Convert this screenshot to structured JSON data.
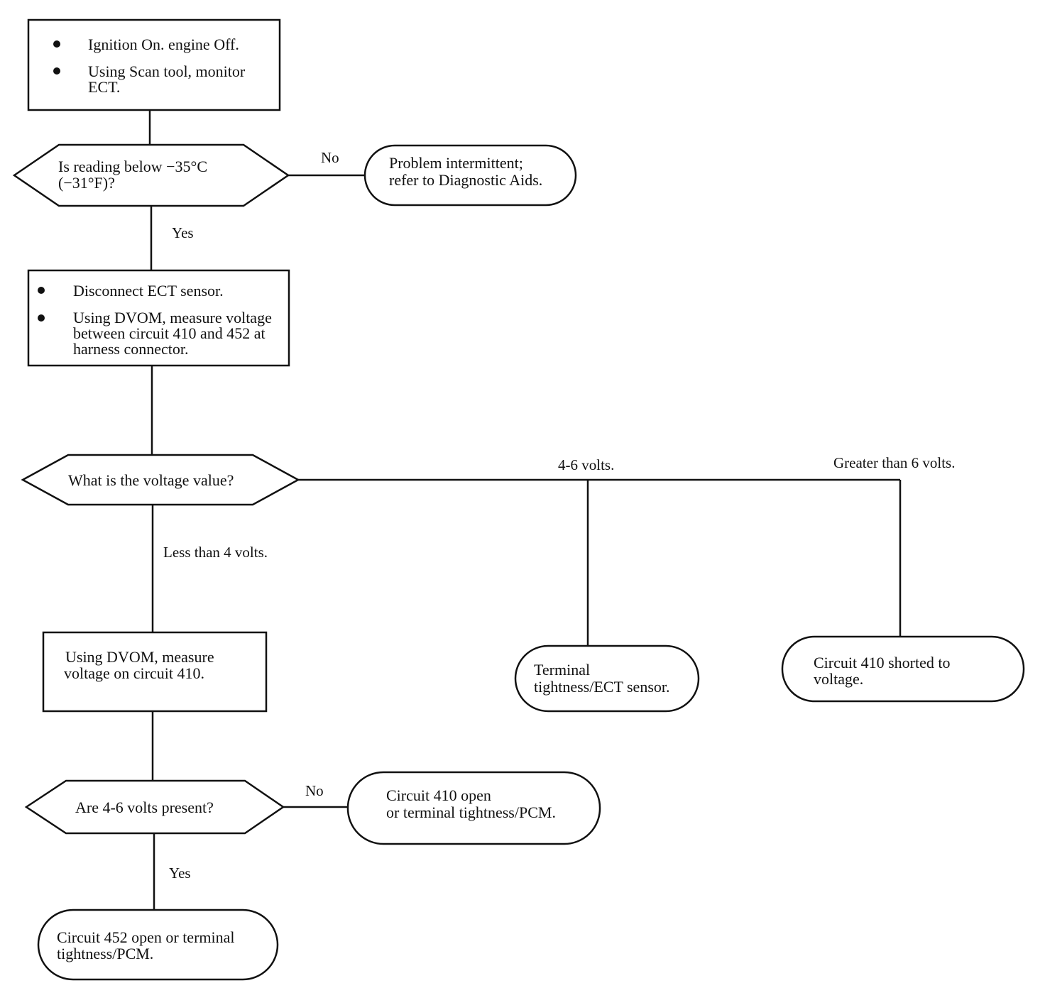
{
  "colors": {
    "ink": "#111111",
    "background": "#ffffff"
  },
  "steps": {
    "step1": {
      "bullets": [
        "Ignition On. engine Off.",
        "Using Scan tool, monitor",
        "ECT."
      ]
    },
    "decision1": {
      "lines": [
        "Is reading below −35°C",
        "(−31°F)?"
      ],
      "no_label": "No",
      "yes_label": "Yes"
    },
    "result_intermittent": {
      "lines": [
        "Problem intermittent;",
        "refer to Diagnostic Aids."
      ]
    },
    "step2": {
      "lines": [
        "Disconnect ECT sensor.",
        "Using DVOM, measure voltage",
        "between circuit 410 and 452 at",
        "harness connector."
      ]
    },
    "decision2": {
      "text": "What is the voltage value?",
      "branch_4_6": "4-6 volts.",
      "branch_gt6": "Greater than 6 volts.",
      "branch_lt4": "Less than 4 volts."
    },
    "result_terminal": {
      "lines": [
        "Terminal",
        "tightness/ECT sensor."
      ]
    },
    "result_shorted": {
      "lines": [
        "Circuit 410 shorted to",
        "voltage."
      ]
    },
    "step3": {
      "lines": [
        "Using DVOM, measure",
        "voltage on circuit 410."
      ]
    },
    "decision3": {
      "text": "Are 4-6 volts present?",
      "no_label": "No",
      "yes_label": "Yes"
    },
    "result_410_open": {
      "lines": [
        "Circuit 410 open",
        "or terminal tightness/PCM."
      ]
    },
    "result_452_open": {
      "lines": [
        "Circuit 452 open or terminal",
        "tightness/PCM."
      ]
    }
  }
}
